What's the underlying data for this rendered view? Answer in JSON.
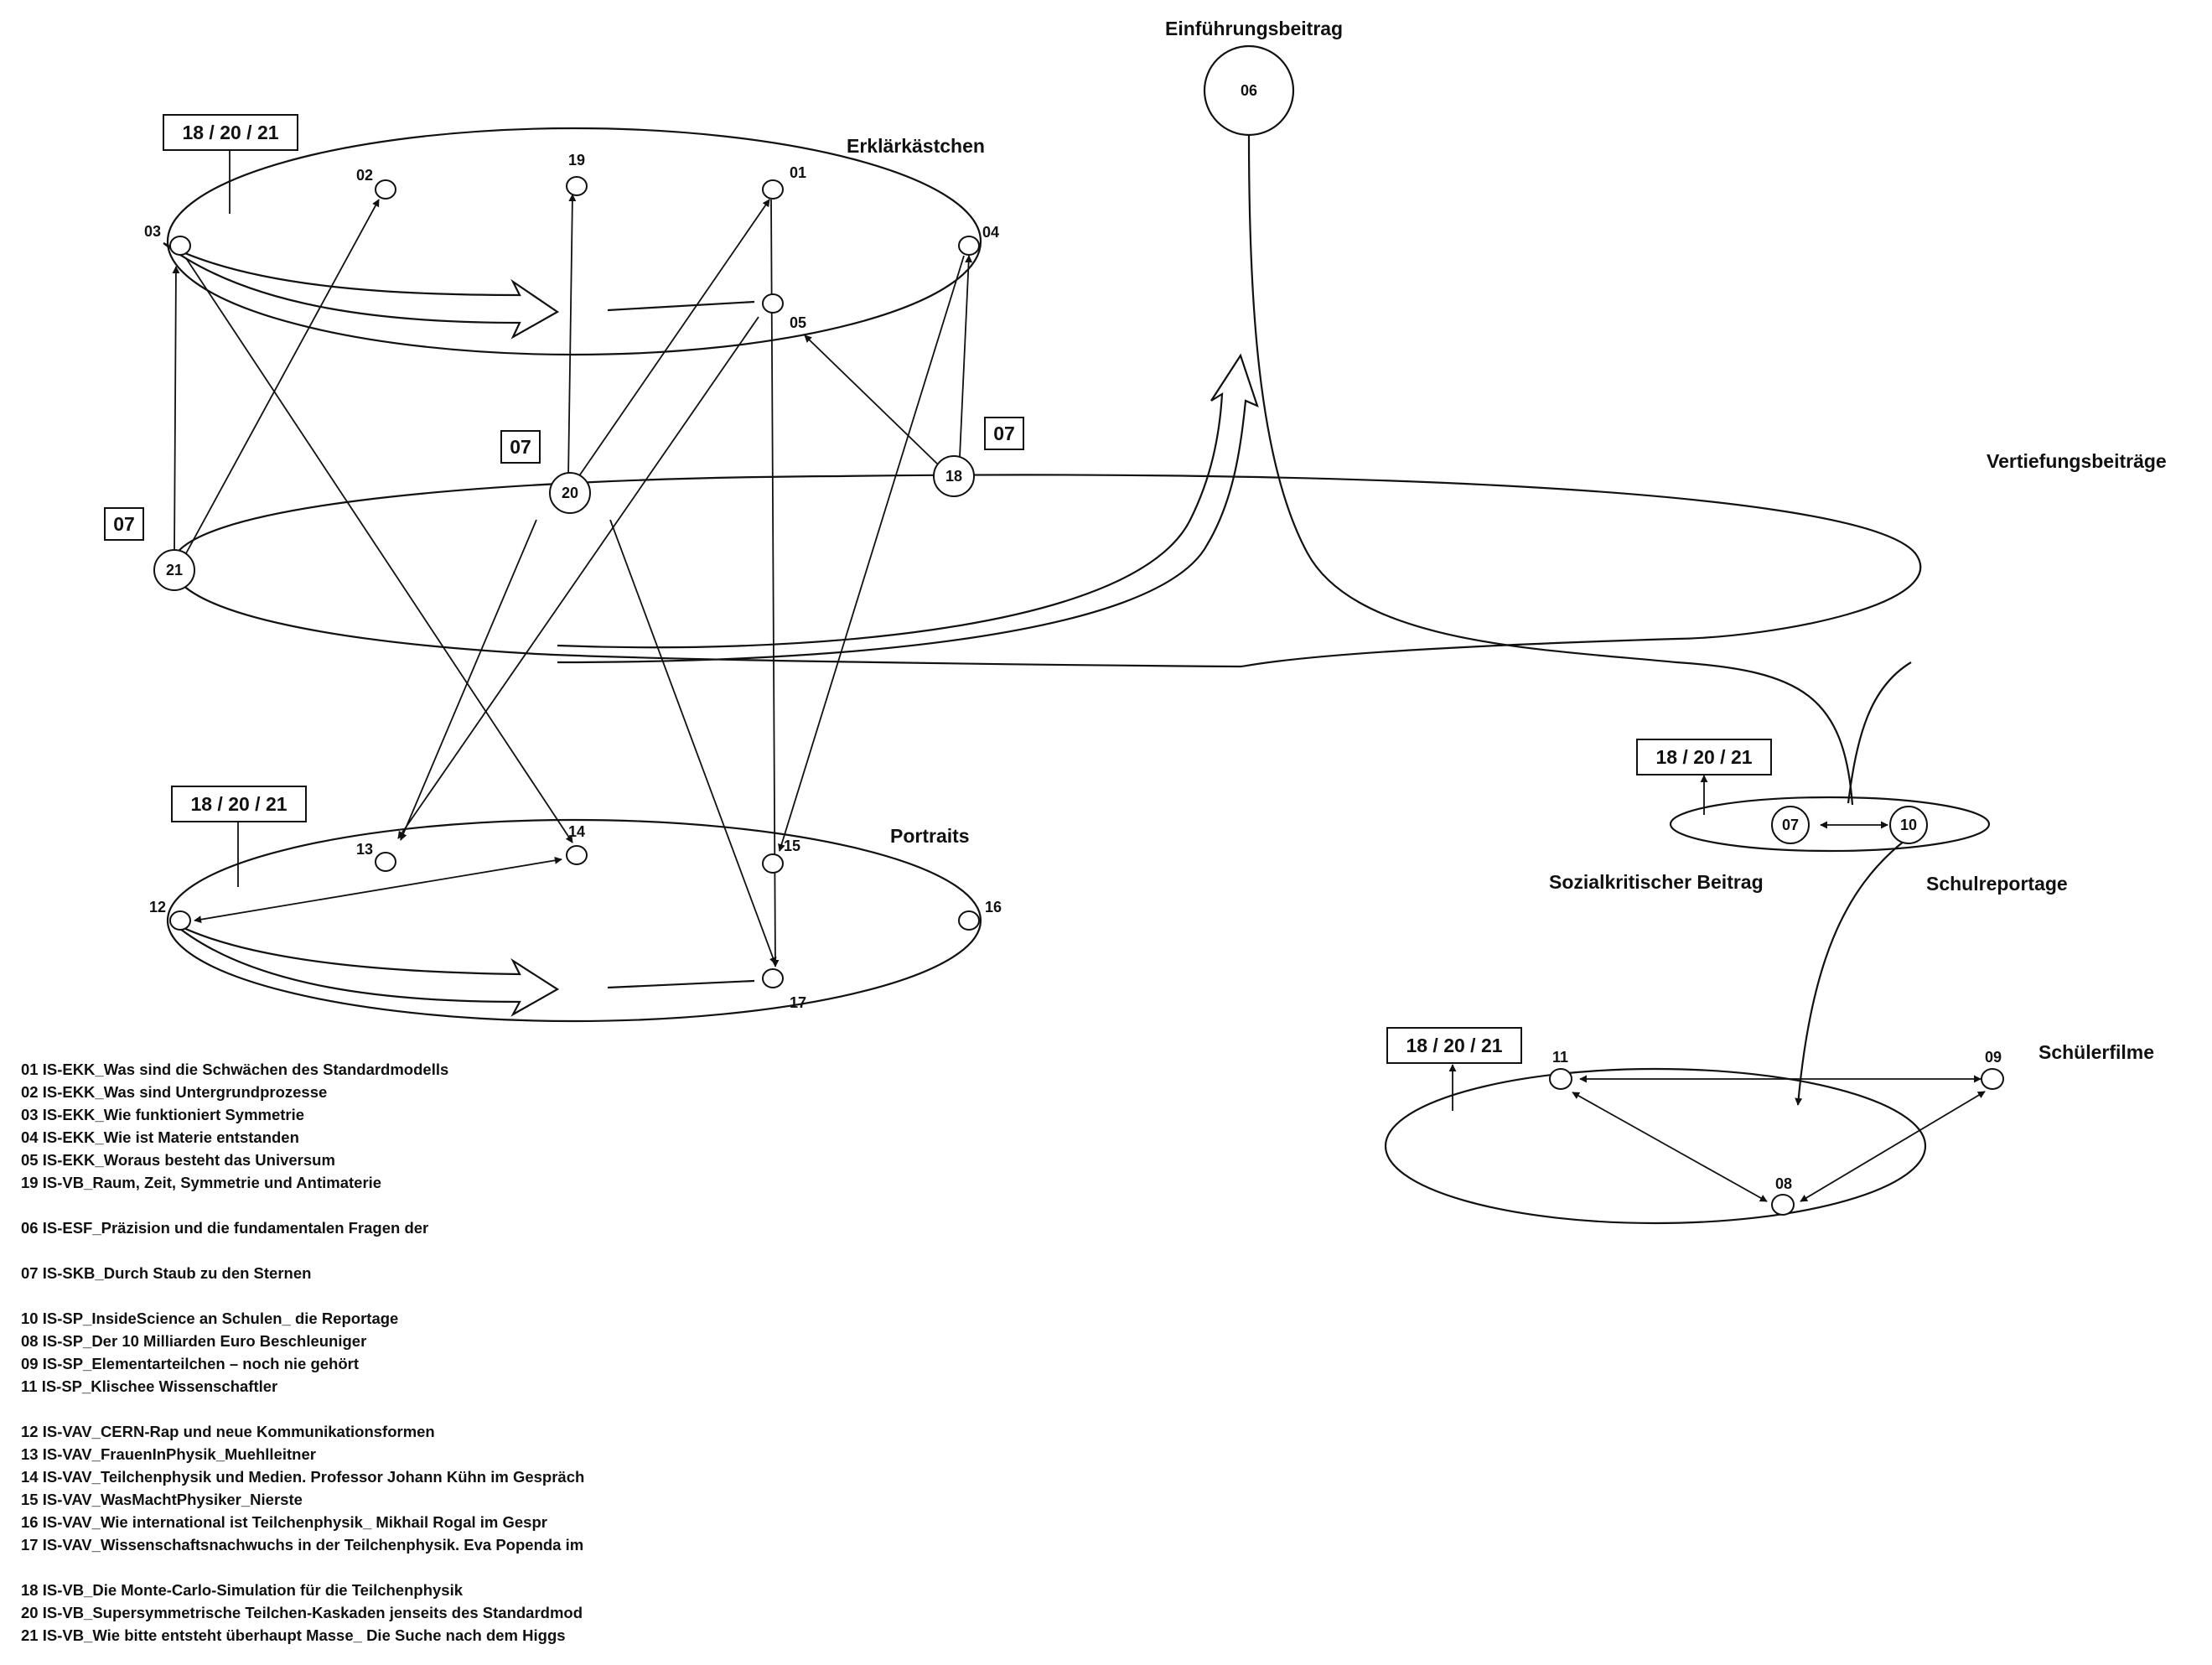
{
  "sections": {
    "erklaer": "Erklärkästchen",
    "portraits": "Portraits",
    "einfuehrung": "Einführungsbeitrag",
    "vertiefung": "Vertiefungsbeiträge",
    "sozial": "Sozialkritischer Beitrag",
    "schulrep": "Schulreportage",
    "schueler": "Schülerfilme"
  },
  "boxes": {
    "b1": "18 / 20 / 21",
    "b2": "18 / 20 / 21",
    "b3": "18 / 20 / 21",
    "b4": "18 / 20 / 21",
    "c1": "07",
    "c2": "07",
    "c3": "07"
  },
  "nodes": {
    "n01": "01",
    "n02": "02",
    "n03": "03",
    "n04": "04",
    "n05": "05",
    "n06": "06",
    "n07": "07",
    "n08": "08",
    "n09": "09",
    "n10": "10",
    "n11": "11",
    "n12": "12",
    "n13": "13",
    "n14": "14",
    "n15": "15",
    "n16": "16",
    "n17": "17",
    "n18": "18",
    "n19": "19",
    "n20": "20",
    "n21": "21"
  },
  "legend": [
    "01 IS-EKK_Was sind die Schwächen des Standardmodells",
    "02 IS-EKK_Was sind Untergrundprozesse",
    "03 IS-EKK_Wie funktioniert Symmetrie",
    "04 IS-EKK_Wie ist Materie entstanden",
    "05 IS-EKK_Woraus besteht das Universum",
    "19 IS-VB_Raum, Zeit, Symmetrie und Antimaterie",
    "",
    "06 IS-ESF_Präzision und die fundamentalen Fragen der",
    "",
    "07 IS-SKB_Durch Staub zu den Sternen",
    "",
    "10 IS-SP_InsideScience an Schulen_ die Reportage",
    "08 IS-SP_Der 10 Milliarden Euro Beschleuniger",
    "09 IS-SP_Elementarteilchen – noch nie gehört",
    "11 IS-SP_Klischee Wissenschaftler",
    "",
    "12 IS-VAV_CERN-Rap und neue Kommunikationsformen",
    "13 IS-VAV_FrauenInPhysik_Muehlleitner",
    "14 IS-VAV_Teilchenphysik und Medien. Professor Johann Kühn im Gespräch",
    "15 IS-VAV_WasMachtPhysiker_Nierste",
    "16 IS-VAV_Wie international ist Teilchenphysik_ Mikhail Rogal im Gespr",
    "17 IS-VAV_Wissenschaftsnachwuchs in der Teilchenphysik. Eva Popenda im",
    "",
    "18 IS-VB_Die Monte-Carlo-Simulation für die Teilchenphysik",
    "20 IS-VB_Supersymmetrische Teilchen-Kaskaden jenseits des Standardmod",
    "21 IS-VB_Wie bitte entsteht überhaupt Masse_ Die Suche nach dem Higgs"
  ]
}
